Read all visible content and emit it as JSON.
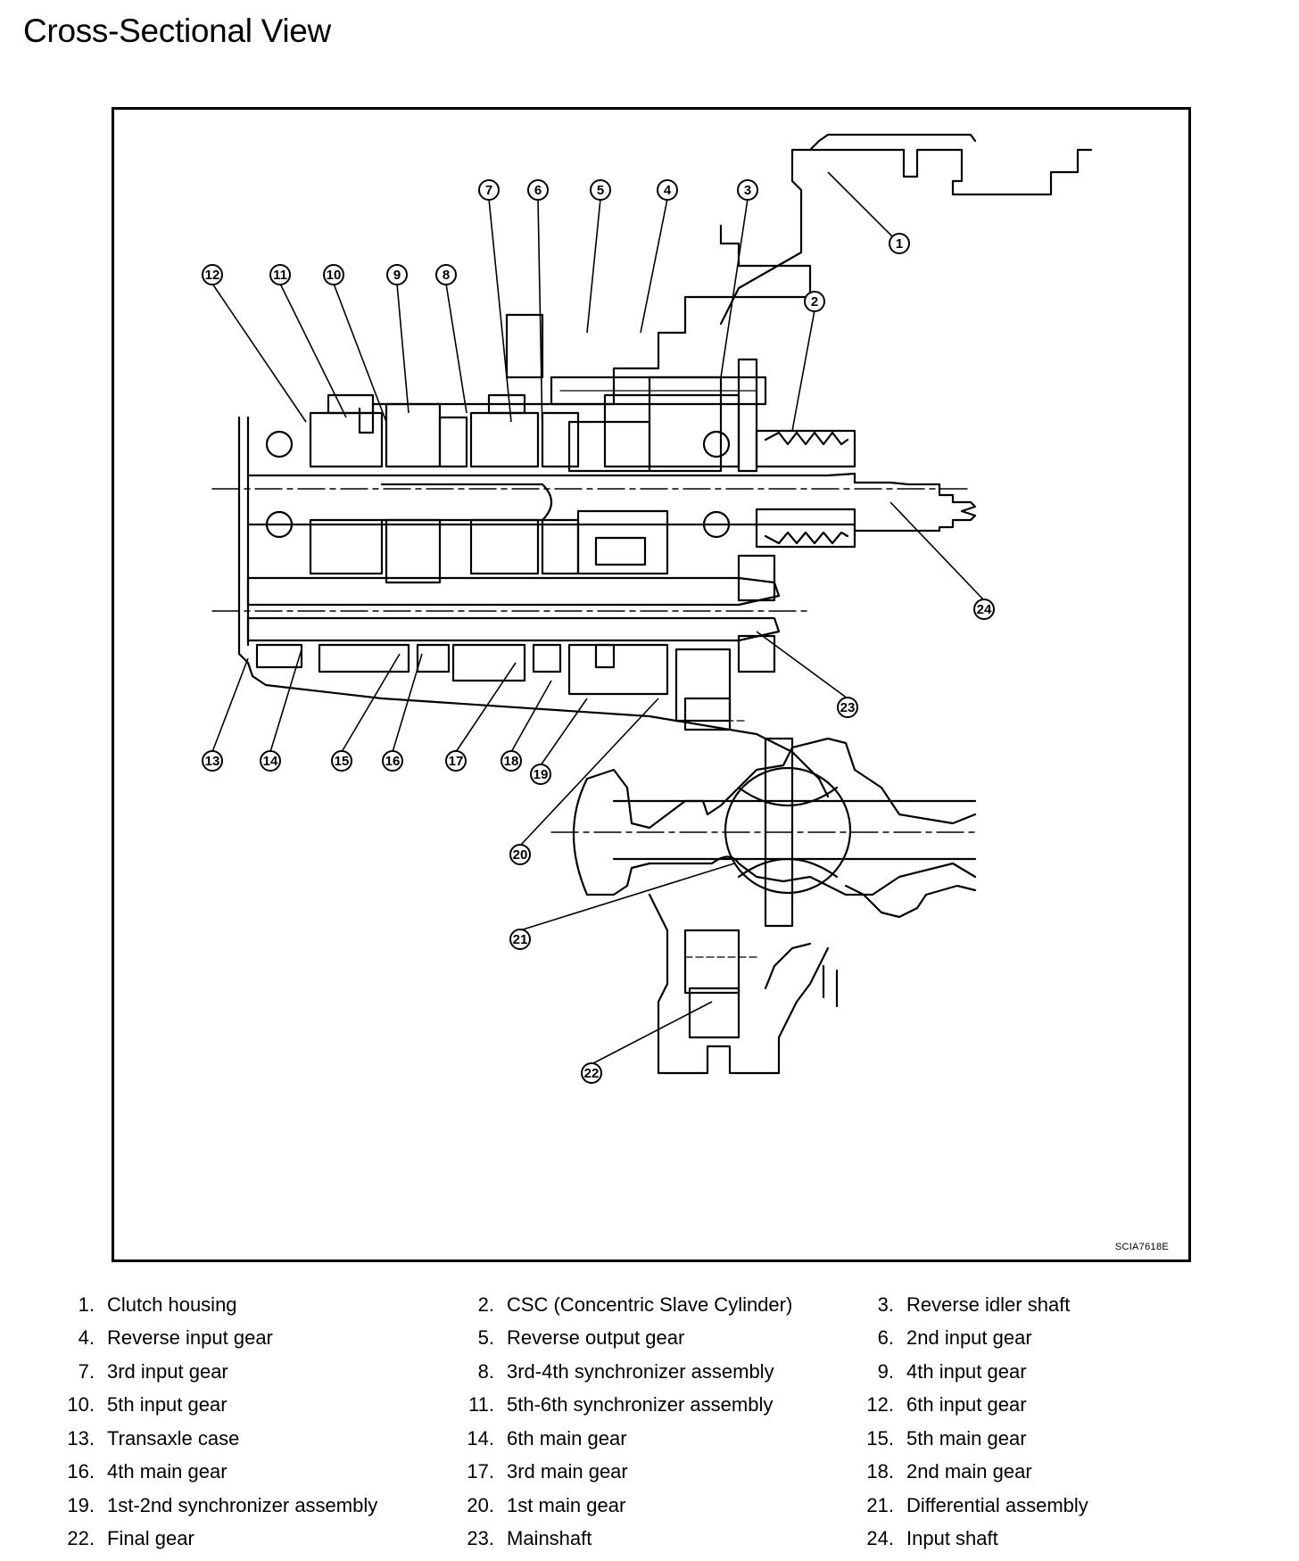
{
  "page": {
    "title": "Cross-Sectional View",
    "figure_code": "SCIA7618E"
  },
  "callouts": [
    "1",
    "2",
    "3",
    "4",
    "5",
    "6",
    "7",
    "8",
    "9",
    "10",
    "11",
    "12",
    "13",
    "14",
    "15",
    "16",
    "17",
    "18",
    "19",
    "20",
    "21",
    "22",
    "23",
    "24"
  ],
  "legend": [
    {
      "num": "1.",
      "text": "Clutch housing"
    },
    {
      "num": "2.",
      "text": "CSC (Concentric Slave Cylinder)"
    },
    {
      "num": "3.",
      "text": "Reverse idler shaft"
    },
    {
      "num": "4.",
      "text": "Reverse input gear"
    },
    {
      "num": "5.",
      "text": "Reverse output gear"
    },
    {
      "num": "6.",
      "text": "2nd input gear"
    },
    {
      "num": "7.",
      "text": "3rd input gear"
    },
    {
      "num": "8.",
      "text": "3rd-4th synchronizer assembly"
    },
    {
      "num": "9.",
      "text": "4th input gear"
    },
    {
      "num": "10.",
      "text": "5th input gear"
    },
    {
      "num": "11.",
      "text": "5th-6th synchronizer assembly"
    },
    {
      "num": "12.",
      "text": "6th input gear"
    },
    {
      "num": "13.",
      "text": "Transaxle case"
    },
    {
      "num": "14.",
      "text": "6th main gear"
    },
    {
      "num": "15.",
      "text": "5th main gear"
    },
    {
      "num": "16.",
      "text": "4th main gear"
    },
    {
      "num": "17.",
      "text": "3rd main gear"
    },
    {
      "num": "18.",
      "text": "2nd main gear"
    },
    {
      "num": "19.",
      "text": "1st-2nd synchronizer assembly"
    },
    {
      "num": "20.",
      "text": "1st main gear"
    },
    {
      "num": "21.",
      "text": "Differential assembly"
    },
    {
      "num": "22.",
      "text": "Final gear"
    },
    {
      "num": "23.",
      "text": "Mainshaft"
    },
    {
      "num": "24.",
      "text": "Input shaft"
    }
  ]
}
